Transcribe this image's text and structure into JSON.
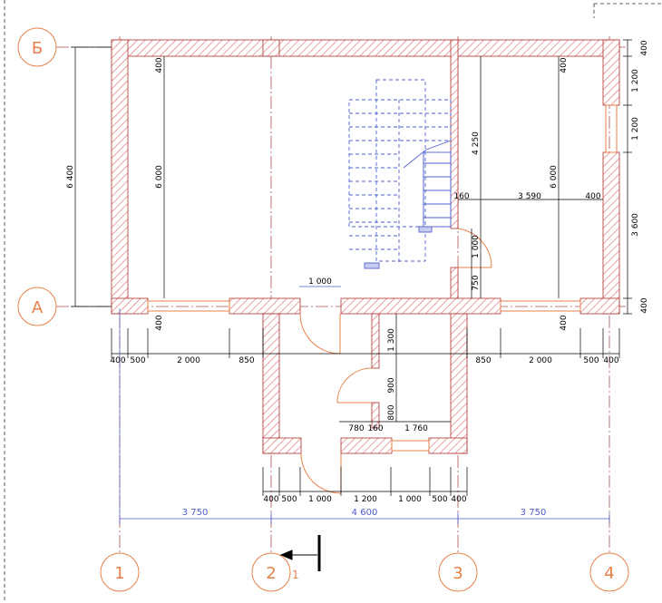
{
  "axes": {
    "vertical": [
      "1",
      "2",
      "3",
      "4"
    ],
    "horizontal": [
      "Б",
      "А"
    ]
  },
  "section_mark": "1",
  "dims": {
    "overall_left": "6 400",
    "inner_left": "6 000",
    "inner_right": "6 000",
    "top_wall_left": "400",
    "top_wall_right": "400",
    "bottom_wall_left": "400",
    "bottom_wall_right": "400",
    "stair_height": "4 250",
    "row_160": "160",
    "row_3590": "3 590",
    "row_400": "400",
    "door_1000_v": "1 000",
    "door_750": "750",
    "opening_1000": "1 000",
    "vestibule_1300": "1 300",
    "vestibule_900": "900",
    "vestibule_800": "800",
    "vestibule_780": "780",
    "vestibule_160": "160",
    "vestibule_1760": "1 760",
    "right_400_top": "400",
    "right_1200_a": "1 200",
    "right_1200_b": "1 200",
    "right_3600": "3 600",
    "right_400_bottom": "400",
    "row1": [
      "400",
      "500",
      "2 000",
      "850",
      "850",
      "2 000",
      "500",
      "400"
    ],
    "row2": [
      "400",
      "500",
      "1 000",
      "1 200",
      "1 000",
      "500",
      "400"
    ],
    "axis_spacing": [
      "3 750",
      "4 600",
      "3 750"
    ]
  }
}
